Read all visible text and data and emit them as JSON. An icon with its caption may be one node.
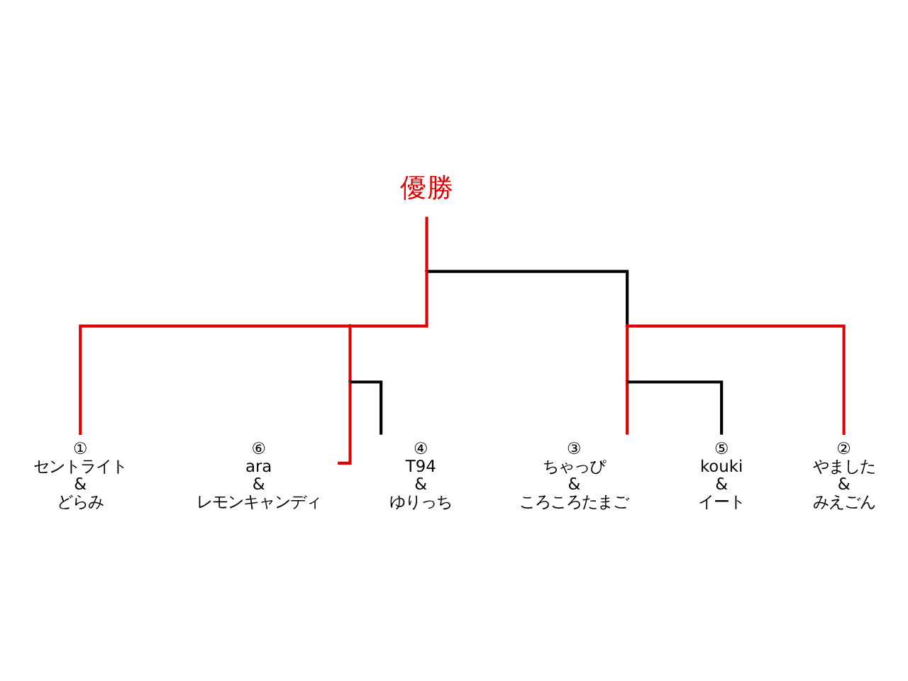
{
  "diagram": {
    "nodes": [
      {
        "text": [
          "優勝"
        ]
      },
      {
        "text": [],
        "shape": "point"
      },
      {
        "text": [],
        "shape": "point"
      },
      {
        "text": [],
        "shape": "point"
      },
      {
        "text": [
          "①",
          "セントライト & どらみ"
        ]
      },
      {
        "text": [],
        "shape": "point"
      },
      {
        "text": [
          "⑥",
          "ara & レモンキャンディ"
        ]
      },
      {
        "text": [
          "④",
          "T94 & ゆりっち"
        ]
      },
      {
        "text": [],
        "shape": "point"
      },
      {
        "text": [
          "③",
          "ちゃっぴ & ころころたまご"
        ]
      },
      {
        "text": [
          "⑤",
          "kouki & イート"
        ]
      },
      {
        "text": [
          "②",
          "やました & みえごん"
        ]
      }
    ],
    "edges": [
      {
        "from": 0,
        "to": 1,
        "arrow": "none"
      },
      {
        "from": 1,
        "to": 2,
        "arrow": "none"
      },
      {
        "from": 1,
        "to": 3,
        "arrow": "none",
        "color": "#000000"
      },
      {
        "from": 2,
        "to": 4,
        "arrow": "none"
      },
      {
        "from": 2,
        "to": 5,
        "arrow": "none"
      },
      {
        "from": 5,
        "to": 6,
        "arrow": "none"
      },
      {
        "from": 5,
        "to": 7,
        "arrow": "none",
        "color": "#000000"
      },
      {
        "from": 3,
        "to": 8,
        "arrow": "none"
      },
      {
        "from": 3,
        "to": 11,
        "arrow": "none"
      },
      {
        "from": 8,
        "to": 9,
        "arrow": "none"
      },
      {
        "from": 8,
        "to": 10,
        "arrow": "none",
        "color": "#000000"
      }
    ]
  }
}
